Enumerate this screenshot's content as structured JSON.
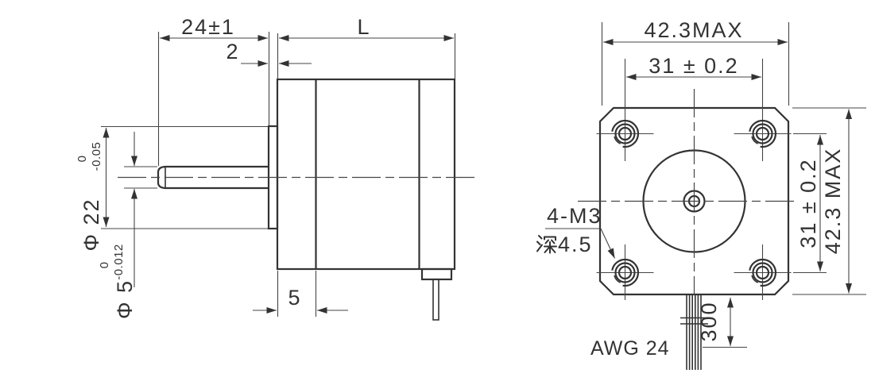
{
  "page": {
    "background": "#ffffff",
    "line_color": "#333333"
  },
  "side_view": {
    "dim_shaft_length": "24±1",
    "dim_pilot_depth": "2",
    "dim_body_length": "L",
    "dim_flange_thickness": "5",
    "dim_boss_dia": {
      "main": "Φ 22",
      "tol_upper": "0",
      "tol_lower": "-0.05"
    },
    "dim_shaft_dia": {
      "main": "Φ 5",
      "tol_upper": "0",
      "tol_lower": "-0.012"
    }
  },
  "front_view": {
    "dim_width": "42.3MAX",
    "dim_hole_pitch_top": "31 ± 0.2",
    "dim_hole_pitch_side": "31 ± 0.2",
    "dim_height": "42.3 MAX",
    "note_thread": "4-M3",
    "note_depth_char": "深",
    "note_depth_value": "4.5",
    "dim_lead_length": "300",
    "label_wire_gauge": "AWG 24"
  }
}
